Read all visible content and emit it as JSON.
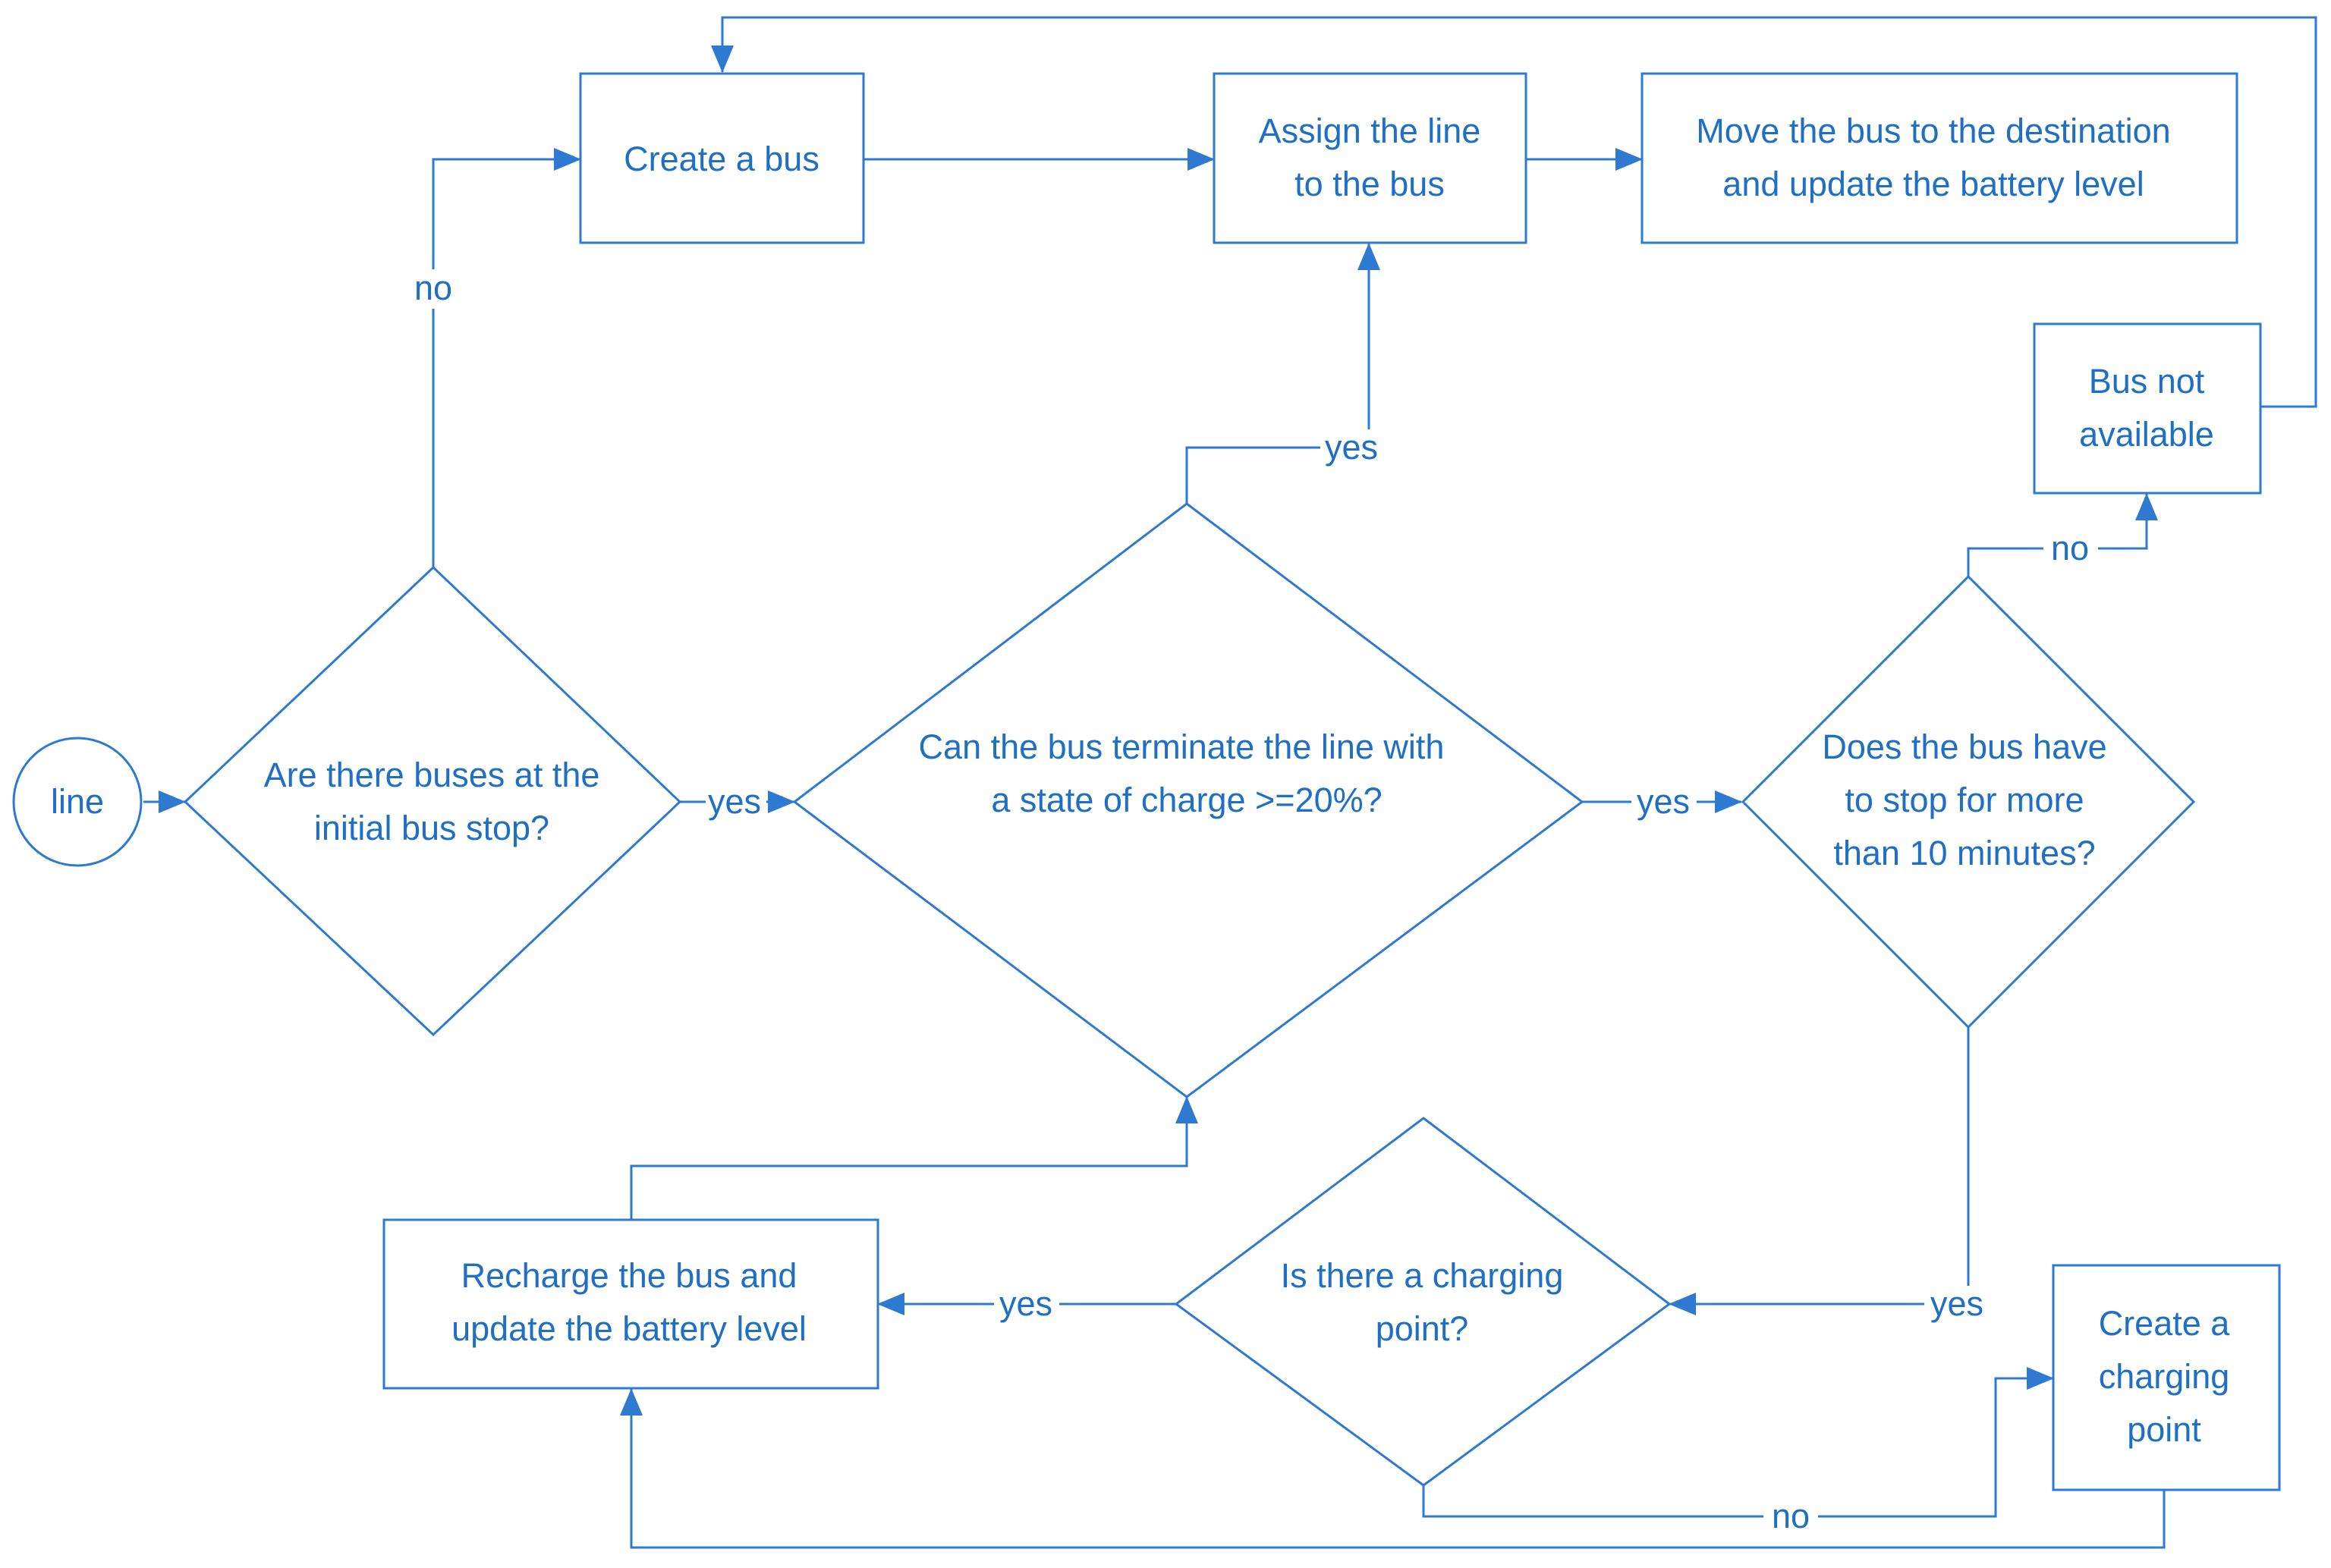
{
  "nodes": {
    "start": "line",
    "q_buses": [
      "Are there buses at the",
      "initial bus stop?"
    ],
    "create_bus": "Create a bus",
    "assign": [
      "Assign the line",
      "to the bus"
    ],
    "move": [
      "Move the bus to the destination",
      "and update the battery level"
    ],
    "not_available": [
      "Bus not",
      "available"
    ],
    "q_terminate": [
      "Can the bus terminate the line with",
      "a state of charge >=20%?"
    ],
    "q_stop": [
      "Does the bus have",
      "to stop for more",
      "than 10 minutes?"
    ],
    "q_charging": [
      "Is there a charging",
      "point?"
    ],
    "recharge": [
      "Recharge the bus and",
      "update the battery level"
    ],
    "create_cp": [
      "Create a",
      "charging",
      "point"
    ]
  },
  "edge_labels": {
    "buses_no": "no",
    "buses_yes": "yes",
    "terminate_yes": "yes",
    "terminate_yes_right": "yes",
    "stop_no": "no",
    "stop_yes": "yes",
    "charging_yes": "yes",
    "charging_no": "no"
  },
  "colors": {
    "stroke": "#2e7ad1",
    "text": "#1f6fc5"
  }
}
